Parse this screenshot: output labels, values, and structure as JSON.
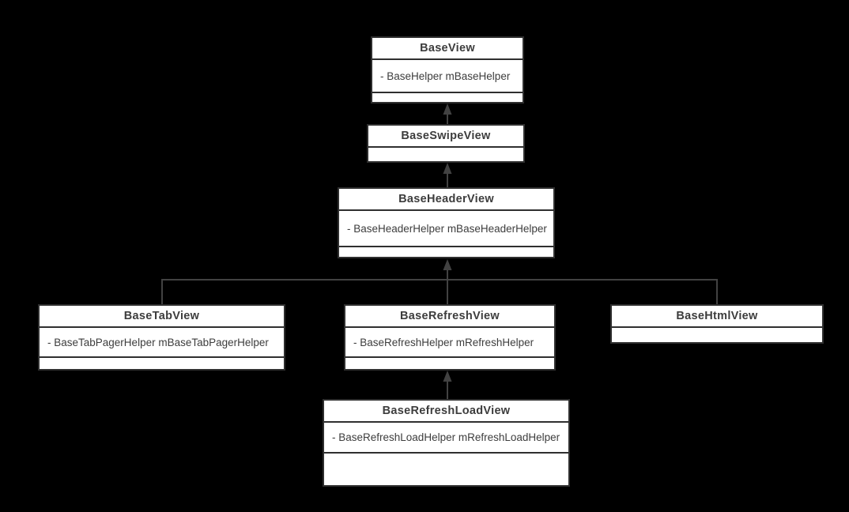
{
  "diagram": {
    "type": "uml-class-diagram",
    "background_color": "#000000",
    "box_fill_color": "#ffffff",
    "box_border_color": "#2f2f2f",
    "text_color": "#3d3d3d",
    "connector_color": "#424242",
    "arrow_style": "solid-triangle-inheritance"
  },
  "classes": {
    "base_view": {
      "name": "BaseView",
      "attributes": [
        "- BaseHelper mBaseHelper"
      ]
    },
    "base_swipe_view": {
      "name": "BaseSwipeView",
      "attributes": []
    },
    "base_header_view": {
      "name": "BaseHeaderView",
      "attributes": [
        "- BaseHeaderHelper mBaseHeaderHelper"
      ]
    },
    "base_tab_view": {
      "name": "BaseTabView",
      "attributes": [
        "- BaseTabPagerHelper mBaseTabPagerHelper"
      ]
    },
    "base_refresh_view": {
      "name": "BaseRefreshView",
      "attributes": [
        "- BaseRefreshHelper mRefreshHelper"
      ]
    },
    "base_html_view": {
      "name": "BaseHtmlView",
      "attributes": []
    },
    "base_refresh_load_view": {
      "name": "BaseRefreshLoadView",
      "attributes": [
        "- BaseRefreshLoadHelper mRefreshLoadHelper"
      ]
    }
  },
  "relationships": [
    {
      "from": "BaseSwipeView",
      "to": "BaseView",
      "type": "extends"
    },
    {
      "from": "BaseHeaderView",
      "to": "BaseSwipeView",
      "type": "extends"
    },
    {
      "from": "BaseTabView",
      "to": "BaseHeaderView",
      "type": "extends"
    },
    {
      "from": "BaseRefreshView",
      "to": "BaseHeaderView",
      "type": "extends"
    },
    {
      "from": "BaseHtmlView",
      "to": "BaseHeaderView",
      "type": "extends"
    },
    {
      "from": "BaseRefreshLoadView",
      "to": "BaseRefreshView",
      "type": "extends"
    }
  ]
}
